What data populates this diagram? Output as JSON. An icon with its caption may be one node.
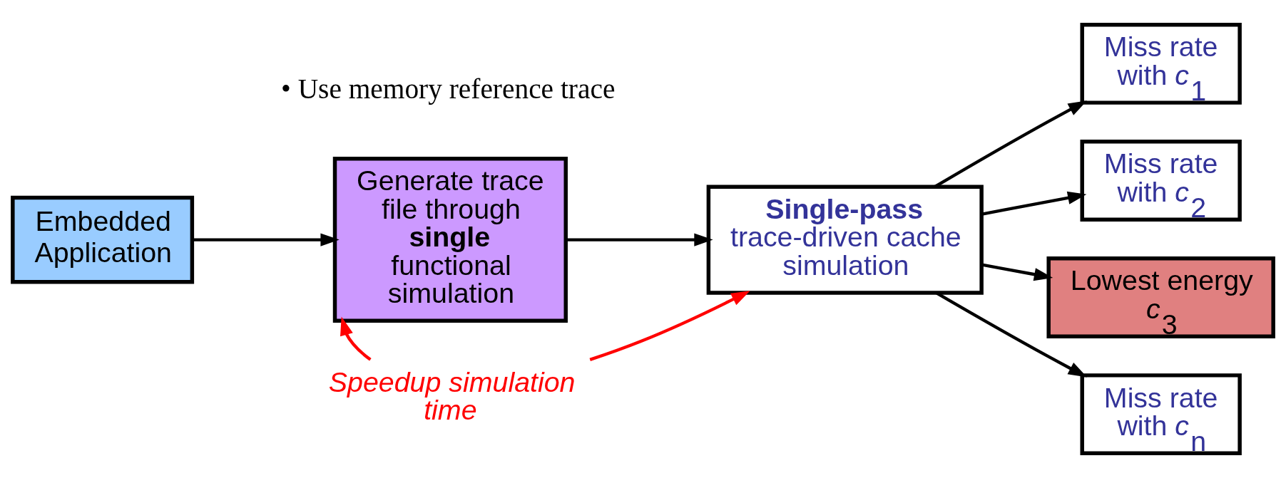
{
  "diagram": {
    "nodes": [
      {
        "text": [
          "Embedded Application"
        ]
      },
      {
        "text": [
          "Generate trace file through **single** functional simulation"
        ]
      },
      {
        "text": [
          "**Single-pass** trace-driven cache simulation"
        ]
      },
      {
        "text": [
          "Miss rate with *c*$_{1}$"
        ]
      },
      {
        "text": [
          "Miss rate with *c*$_{2}$"
        ]
      },
      {
        "text": [
          "Lowest energy *c*$_{3}$"
        ]
      },
      {
        "text": [
          "Miss rate with *c*$_{n}$"
        ]
      },
      {
        "text": [
          "Speedup simulation time"
        ]
      }
    ],
    "edges": [
      {
        "from": 0,
        "to": 1,
        "arrow": "to"
      },
      {
        "from": 1,
        "to": 2,
        "arrow": "to"
      },
      {
        "from": 2,
        "to": 3,
        "arrow": "to"
      },
      {
        "from": 2,
        "to": 4,
        "arrow": "to"
      },
      {
        "from": 2,
        "to": 5,
        "arrow": "to"
      },
      {
        "from": 2,
        "to": 6,
        "arrow": "to"
      },
      {
        "from": 7,
        "to": 1,
        "arrow": "to",
        "color": "#ff0000"
      },
      {
        "from": 7,
        "to": 2,
        "arrow": "to",
        "color": "#ff0000"
      }
    ],
    "labels": [
      "• Use memory reference trace"
    ]
  }
}
